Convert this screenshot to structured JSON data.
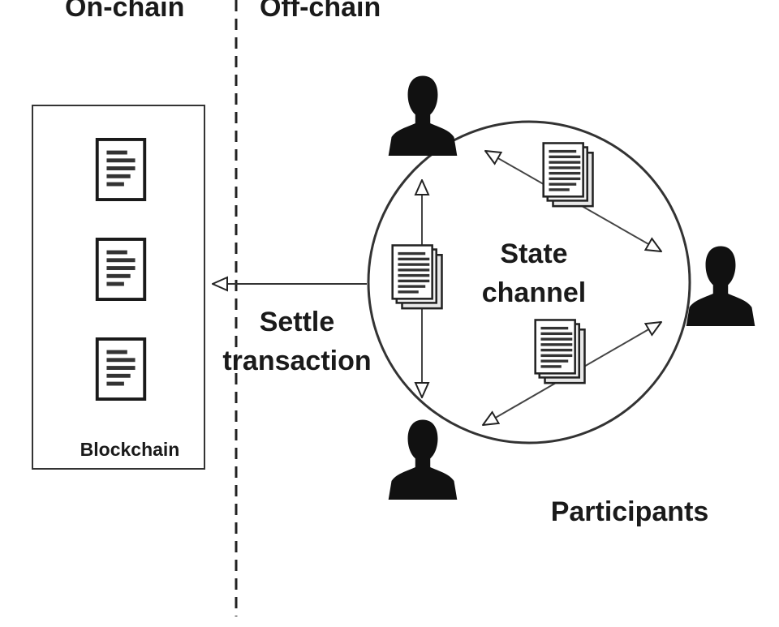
{
  "diagram": {
    "on_chain_label": "On-chain",
    "off_chain_label": "Off-chain",
    "blockchain_label": "Blockchain",
    "settle_label_line1": "Settle",
    "settle_label_line2": "transaction",
    "state_label_line1": "State",
    "state_label_line2": "channel",
    "participants_label": "Participants"
  },
  "colors": {
    "ink": "#1a1a1a",
    "line": "#333333",
    "document_fill": "#ffffff"
  },
  "icons": {
    "participant": "person-silhouette-icon",
    "document": "document-icon",
    "document_stack": "document-stack-icon"
  }
}
